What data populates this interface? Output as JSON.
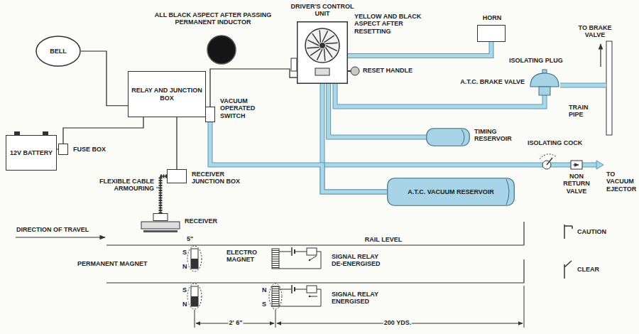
{
  "diagram": {
    "nodes": [
      {
        "text": [
          "BELL"
        ]
      },
      {
        "text": [
          "DRIVER'S CONTROL UNIT"
        ]
      },
      {
        "text": [
          "HORN"
        ]
      },
      {
        "text": [
          "RELAY AND JUNCTION BOX"
        ]
      },
      {
        "text": [
          "VACUUM OPERATED SWITCH"
        ]
      },
      {
        "text": [
          "A.T.C. BRAKE VALVE"
        ]
      },
      {
        "text": [
          "TIMING RESERVOIR"
        ]
      },
      {
        "text": [
          "12V BATTERY"
        ]
      },
      {
        "text": [
          "FUSE BOX"
        ]
      },
      {
        "text": [
          "RECEIVER JUNCTION BOX"
        ]
      },
      {
        "text": [
          "A.T.C. VACUUM RESERVOIR"
        ]
      },
      {
        "text": [
          "RECEIVER"
        ]
      }
    ],
    "edges": [
      {
        "from": 0,
        "to": 3,
        "arrow": "none"
      },
      {
        "from": 7,
        "to": 8,
        "arrow": "none"
      },
      {
        "from": 8,
        "to": 3,
        "arrow": "none"
      },
      {
        "from": 3,
        "to": 9,
        "arrow": "none"
      },
      {
        "from": 9,
        "to": 11,
        "arrow": "none"
      },
      {
        "from": 4,
        "to": 1,
        "arrow": "none"
      },
      {
        "from": 1,
        "to": 2,
        "arrow": "none"
      },
      {
        "from": 1,
        "to": 5,
        "arrow": "none"
      },
      {
        "from": 1,
        "to": 6,
        "arrow": "none"
      },
      {
        "from": 1,
        "to": 10,
        "arrow": "none"
      },
      {
        "from": 4,
        "to": 10,
        "arrow": "none"
      }
    ],
    "labels": [
      "ALL BLACK ASPECT AFTER PASSING PERMANENT INDUCTOR",
      "YELLOW AND BLACK ASPECT AFTER RESETTING",
      "RESET HANDLE",
      "TO BRAKE VALVE",
      "ISOLATING PLUG",
      "TRAIN PIPE",
      "ISOLATING COCK",
      "NON RETURN VALVE",
      "TO VACUUM EJECTOR",
      "FLEXIBLE CABLE ARMOURING",
      "DIRECTION OF TRAVEL",
      "5\"",
      "RAIL LEVEL",
      "CAUTION",
      "PERMANENT MAGNET",
      "S",
      "N",
      "ELECTRO MAGNET",
      "SIGNAL RELAY DE-ENERGISED",
      "CLEAR",
      "S",
      "N",
      "N",
      "S",
      "SIGNAL RELAY ENERGISED",
      "2' 6\"",
      "200 YDS."
    ]
  }
}
